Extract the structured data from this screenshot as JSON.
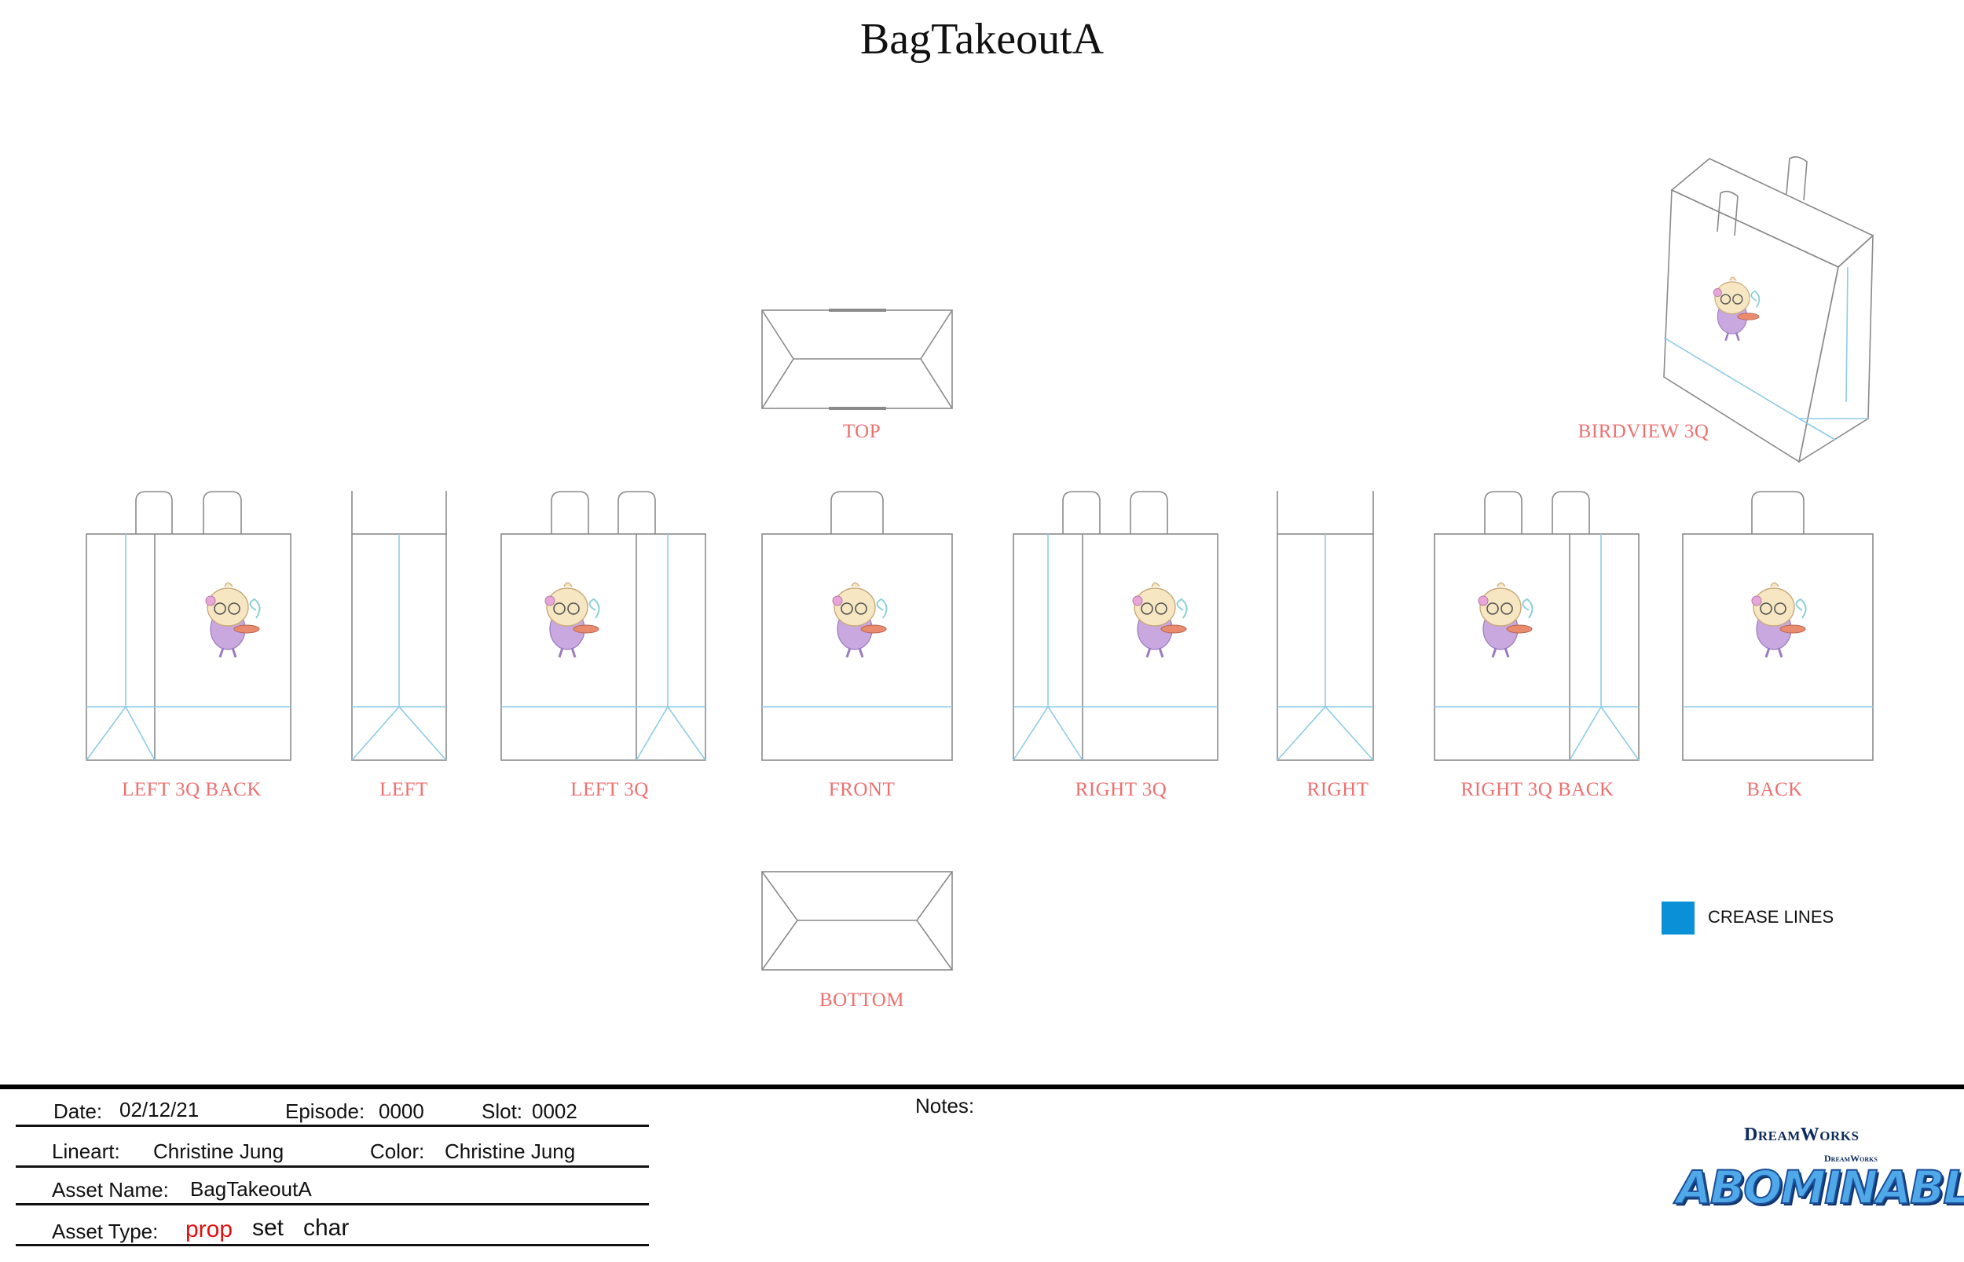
{
  "title": "BagTakeoutA",
  "views": {
    "top": "TOP",
    "birdview": "BIRDVIEW 3Q",
    "left3qback": "LEFT 3Q BACK",
    "left": "LEFT",
    "left3q": "LEFT 3Q",
    "front": "FRONT",
    "right3q": "RIGHT 3Q",
    "right": "RIGHT",
    "right3qback": "RIGHT 3Q BACK",
    "back": "BACK",
    "bottom": "BOTTOM"
  },
  "legend": {
    "label": "CREASE LINES",
    "color": "#0a90d6"
  },
  "colors": {
    "outline": "#8a8a8a",
    "crease": "#8fcbe8",
    "view_label": "#ef6f6f",
    "asset_type_selected": "#e01010"
  },
  "footer": {
    "date_label": "Date:",
    "date": "02/12/21",
    "episode_label": "Episode:",
    "episode": "0000",
    "slot_label": "Slot:",
    "slot": "0002",
    "lineart_label": "Lineart:",
    "lineart": "Christine Jung",
    "color_label": "Color:",
    "color": "Christine Jung",
    "asset_name_label": "Asset Name:",
    "asset_name": "BagTakeoutA",
    "asset_type_label": "Asset Type:",
    "asset_types": [
      "prop",
      "set",
      "char"
    ],
    "asset_type_selected": "prop",
    "notes_label": "Notes:",
    "logo_studio": "DreamWorks",
    "logo_studio_small": "DreamWorks",
    "logo_title": "ABOMINABLE"
  }
}
